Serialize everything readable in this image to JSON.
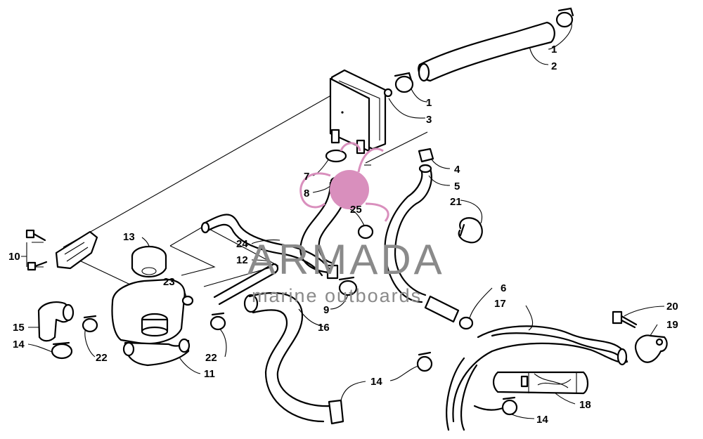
{
  "watermark": {
    "title": "ARMADA",
    "subtitle": "marine outboards",
    "logo_color": "#d98fbd",
    "text_color": "#8a8a8a"
  },
  "callouts": [
    "1",
    "2",
    "1",
    "3",
    "4",
    "5",
    "21",
    "7",
    "8",
    "25",
    "24",
    "12",
    "13",
    "10",
    "23",
    "9",
    "16",
    "6",
    "17",
    "20",
    "19",
    "15",
    "14",
    "22",
    "22",
    "11",
    "14",
    "18",
    "14"
  ]
}
